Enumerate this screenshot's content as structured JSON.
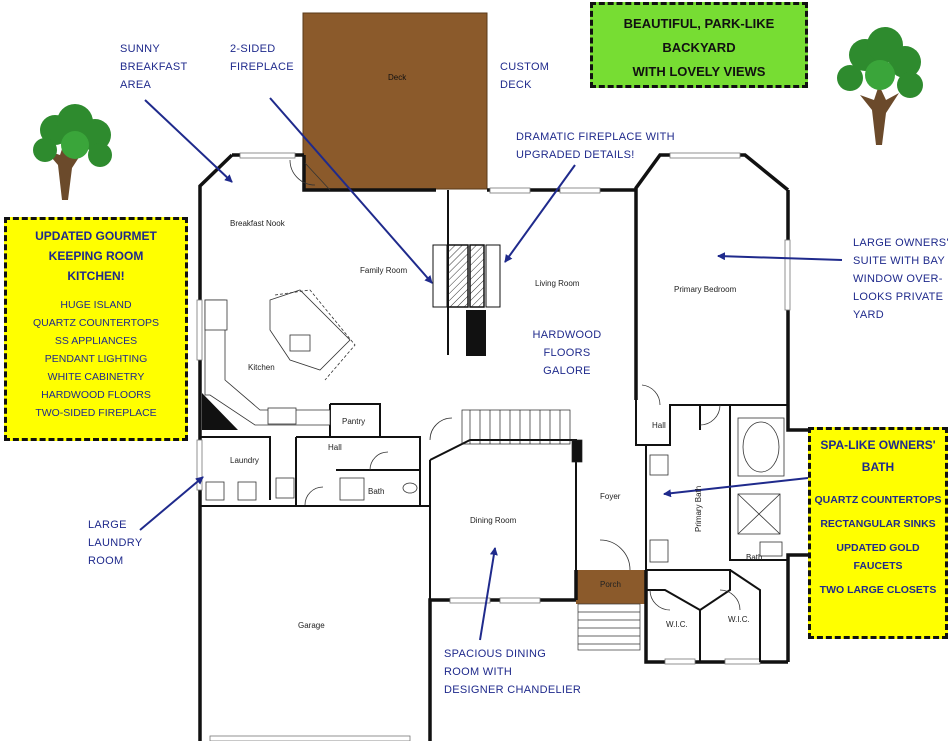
{
  "rooms": {
    "deck": "Deck",
    "breakfast_nook": "Breakfast Nook",
    "family_room": "Family Room",
    "living_room": "Living Room",
    "primary_bedroom": "Primary Bedroom",
    "kitchen": "Kitchen",
    "pantry": "Pantry",
    "hall_main": "Hall",
    "hall_owner": "Hall",
    "laundry": "Laundry",
    "bath_main": "Bath",
    "primary_bath": "Primary Bath",
    "bath_small": "Bath",
    "foyer": "Foyer",
    "dining_room": "Dining Room",
    "porch": "Porch",
    "wic_left": "W.I.C.",
    "wic_right": "W.I.C.",
    "garage": "Garage"
  },
  "callouts": {
    "breakfast": [
      "SUNNY",
      "BREAKFAST",
      "AREA"
    ],
    "fireplace2": [
      "2-SIDED",
      "FIREPLACE"
    ],
    "deck": [
      "CUSTOM",
      "DECK"
    ],
    "dramatic": [
      "DRAMATIC FIREPLACE WITH",
      "UPGRADED DETAILS!"
    ],
    "owners_suite": [
      "LARGE OWNERS'",
      "SUITE WITH BAY",
      "WINDOW OVER-",
      "LOOKS PRIVATE",
      "YARD"
    ],
    "hardwood": [
      "HARDWOOD  FLOORS",
      "GALORE"
    ],
    "laundry": [
      "LARGE",
      "LAUNDRY",
      "ROOM"
    ],
    "dining": [
      "SPACIOUS DINING",
      "ROOM WITH",
      "DESIGNER CHANDELIER"
    ]
  },
  "boxes": {
    "backyard": [
      "BEAUTIFUL, PARK-LIKE",
      "BACKYARD",
      "WITH LOVELY VIEWS"
    ],
    "kitchen_title": [
      "UPDATED GOURMET",
      "KEEPING ROOM",
      "KITCHEN!"
    ],
    "kitchen_items": [
      "HUGE ISLAND",
      "QUARTZ COUNTERTOPS",
      "SS APPLIANCES",
      "PENDANT LIGHTING",
      "WHITE CABINETRY",
      "HARDWOOD FLOORS",
      "TWO-SIDED FIREPLACE"
    ],
    "bath_title": [
      "SPA-LIKE OWNERS'",
      "BATH"
    ],
    "bath_items": [
      "QUARTZ COUNTERTOPS",
      "RECTANGULAR SINKS",
      "UPDATED GOLD",
      "FAUCETS",
      "TWO LARGE CLOSETS"
    ]
  },
  "colors": {
    "deck": "#8b5a2b",
    "callout_text": "#1f2a8c",
    "arrow": "#1f2a8c",
    "yellow_box": "#ffff00",
    "green_box": "#77dd33",
    "tree_leaf": "#2e8b2e",
    "tree_trunk": "#6b4a2b"
  }
}
